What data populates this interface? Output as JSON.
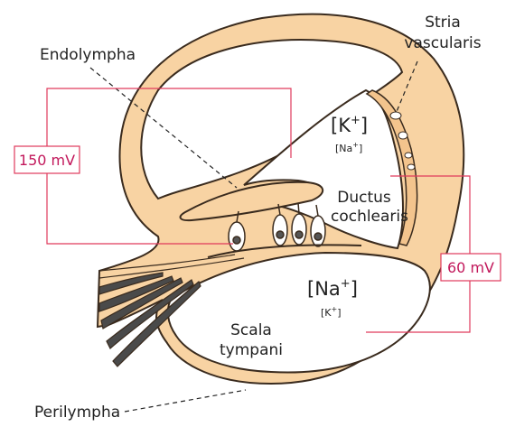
{
  "labels": {
    "endolympha": "Endolympha",
    "stria_line1": "Stria",
    "stria_line2": "vascularis",
    "k_main": "K",
    "k_main_sup": "+",
    "na_sub": "Na",
    "na_sub_sup": "+",
    "ductus_line1": "Ductus",
    "ductus_line2": "cochlearis",
    "na_main": "Na",
    "na_main_sup": "+",
    "k_sub": "K",
    "k_sub_sup": "+",
    "scala_line1": "Scala",
    "scala_line2": "tympani",
    "perilympha": "Perilympha"
  },
  "voltages": {
    "left": "150 mV",
    "right": "60 mV"
  },
  "colors": {
    "tissue": "#f8d3a3",
    "outline": "#3a2b1e",
    "bracket": "#e03a5c",
    "fiber_dark": "#4a4a4a",
    "cell_nucleus": "#555555"
  }
}
